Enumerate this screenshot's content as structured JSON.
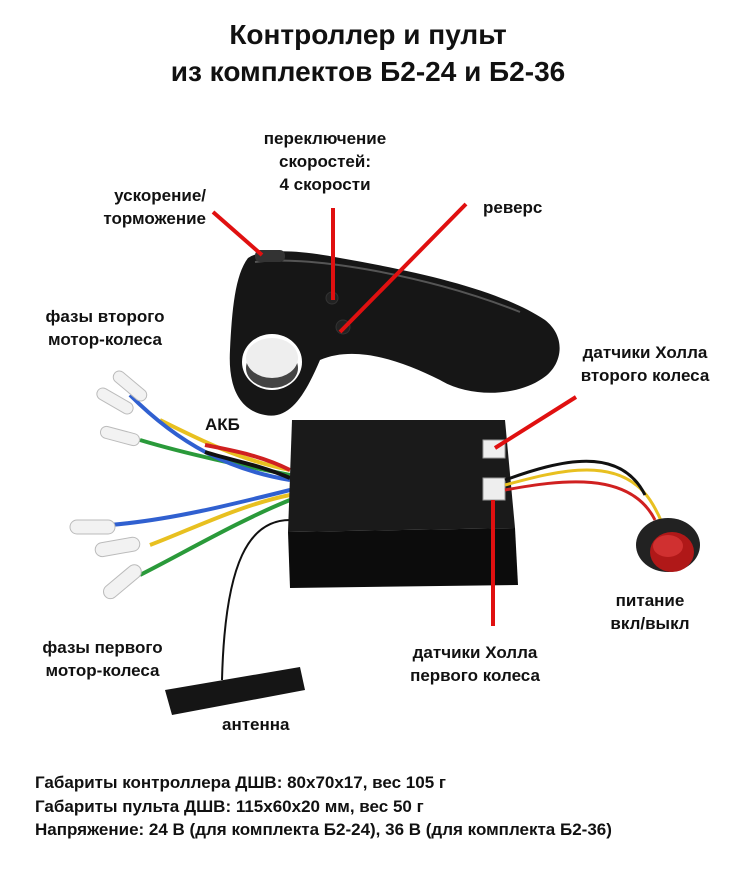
{
  "title": {
    "line1": "Контроллер и пульт",
    "line2": "из комплектов Б2-24 и Б2-36"
  },
  "labels": {
    "speed_switch": [
      "переключение",
      "скоростей:",
      "4 скорости"
    ],
    "throttle": [
      "ускорение/",
      "торможение"
    ],
    "reverse": "реверс",
    "phases_second": [
      "фазы второго",
      "мотор-колеса"
    ],
    "hall_second": [
      "датчики Холла",
      "второго колеса"
    ],
    "battery": "АКБ",
    "power": [
      "питание",
      "вкл/выкл"
    ],
    "hall_first": [
      "датчики Холла",
      "первого колеса"
    ],
    "phases_first": [
      "фазы первого",
      "мотор-колеса"
    ],
    "antenna": "антенна"
  },
  "specs": [
    "Габариты контроллера ДШВ: 80x70x17, вес 105 г",
    "Габариты пульта ДШВ: 115x60x20 мм, вес 50 г",
    "Напряжение: 24 В (для комплекта Б2-24), 36 В (для комплекта Б2-36)"
  ],
  "colors": {
    "leader_line": "#e01010",
    "device": "#151515",
    "power_button": "#b01818"
  }
}
